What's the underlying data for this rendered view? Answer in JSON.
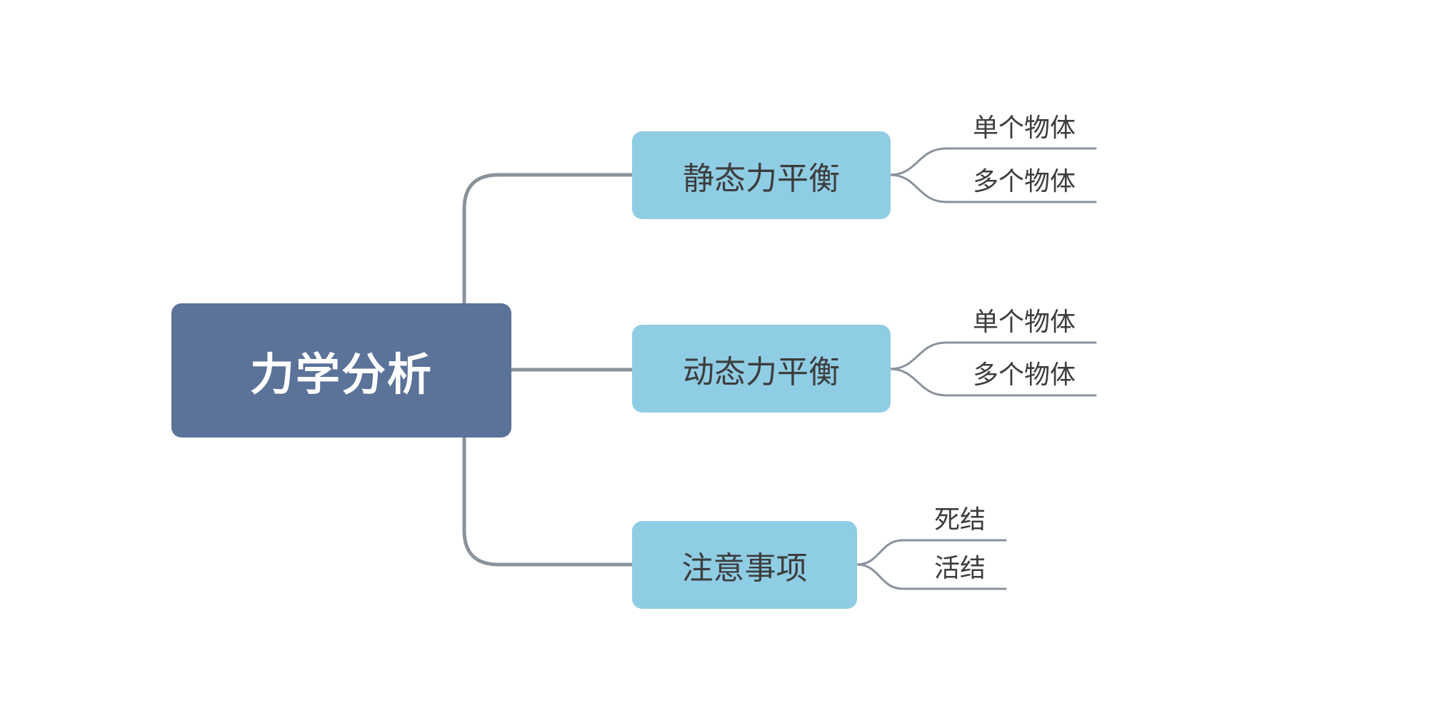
{
  "mindmap": {
    "root": {
      "label": "力学分析"
    },
    "branches": [
      {
        "label": "静态力平衡",
        "children": [
          "单个物体",
          "多个物体"
        ]
      },
      {
        "label": "动态力平衡",
        "children": [
          "单个物体",
          "多个物体"
        ]
      },
      {
        "label": "注意事项",
        "children": [
          "死结",
          "活结"
        ]
      }
    ],
    "colors": {
      "root_bg": "#5b7299",
      "root_text": "#ffffff",
      "branch_bg": "#8fcde4",
      "line": "#8a929c",
      "text": "#3d3d3d",
      "background": "#ffffff"
    }
  }
}
